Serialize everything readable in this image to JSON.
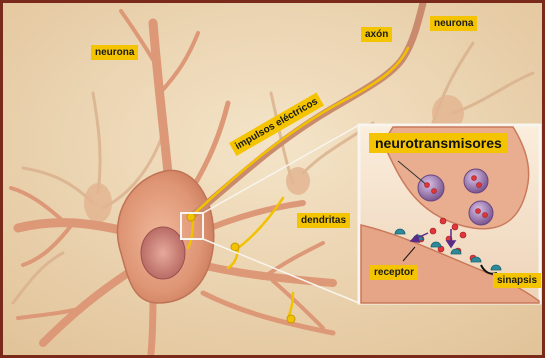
{
  "labels": {
    "neurona_left": "neurona",
    "neurona_top": "neurona",
    "axon": "axón",
    "impulsos": "impulsos eléctricos",
    "neurotransmisores": "neurotransmisores",
    "dendritas": "dendritas",
    "receptor": "receptor",
    "sinapsis": "sinapsis"
  },
  "colors": {
    "label_bg": "#f4c400",
    "border": "#7a2a1a",
    "background": "#efd9b8",
    "neuron": "#e6a98a",
    "impulse": "#f2c200",
    "inset_bg": "#f7e8d6",
    "vesicle": "#8a6a9a",
    "receptor": "#2e8a9a"
  }
}
